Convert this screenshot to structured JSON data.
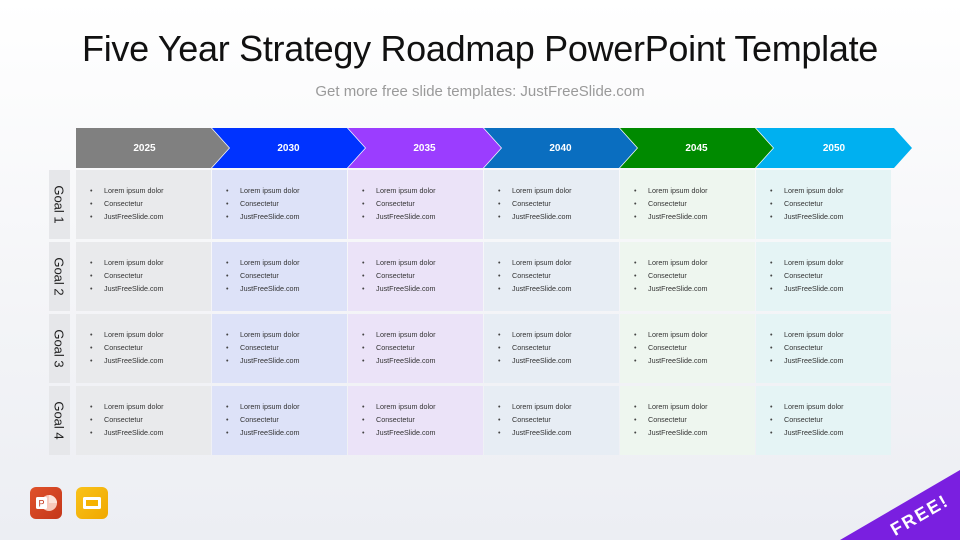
{
  "header": {
    "title": "Five Year Strategy Roadmap PowerPoint Template",
    "subtitle": "Get more free slide templates: JustFreeSlide.com"
  },
  "timeline": [
    {
      "year": "2025",
      "color": "#808080",
      "cell_bg": "#e9eaec"
    },
    {
      "year": "2030",
      "color": "#0033ff",
      "cell_bg": "#dde2f8"
    },
    {
      "year": "2035",
      "color": "#9b3dff",
      "cell_bg": "#ebe3f8"
    },
    {
      "year": "2040",
      "color": "#0a6ec0",
      "cell_bg": "#e7edf4"
    },
    {
      "year": "2045",
      "color": "#008a00",
      "cell_bg": "#eef6ef"
    },
    {
      "year": "2050",
      "color": "#00b0f0",
      "cell_bg": "#e5f4f5"
    }
  ],
  "goals": [
    {
      "label": "Goal 1"
    },
    {
      "label": "Goal 2"
    },
    {
      "label": "Goal 3"
    },
    {
      "label": "Goal 4"
    }
  ],
  "cell_items": [
    "Lorem ipsum dolor",
    "Consectetur",
    "JustFreeSlide.com"
  ],
  "footer": {
    "icons": [
      "powerpoint-icon",
      "google-slides-icon"
    ],
    "badge": "FREE!"
  }
}
